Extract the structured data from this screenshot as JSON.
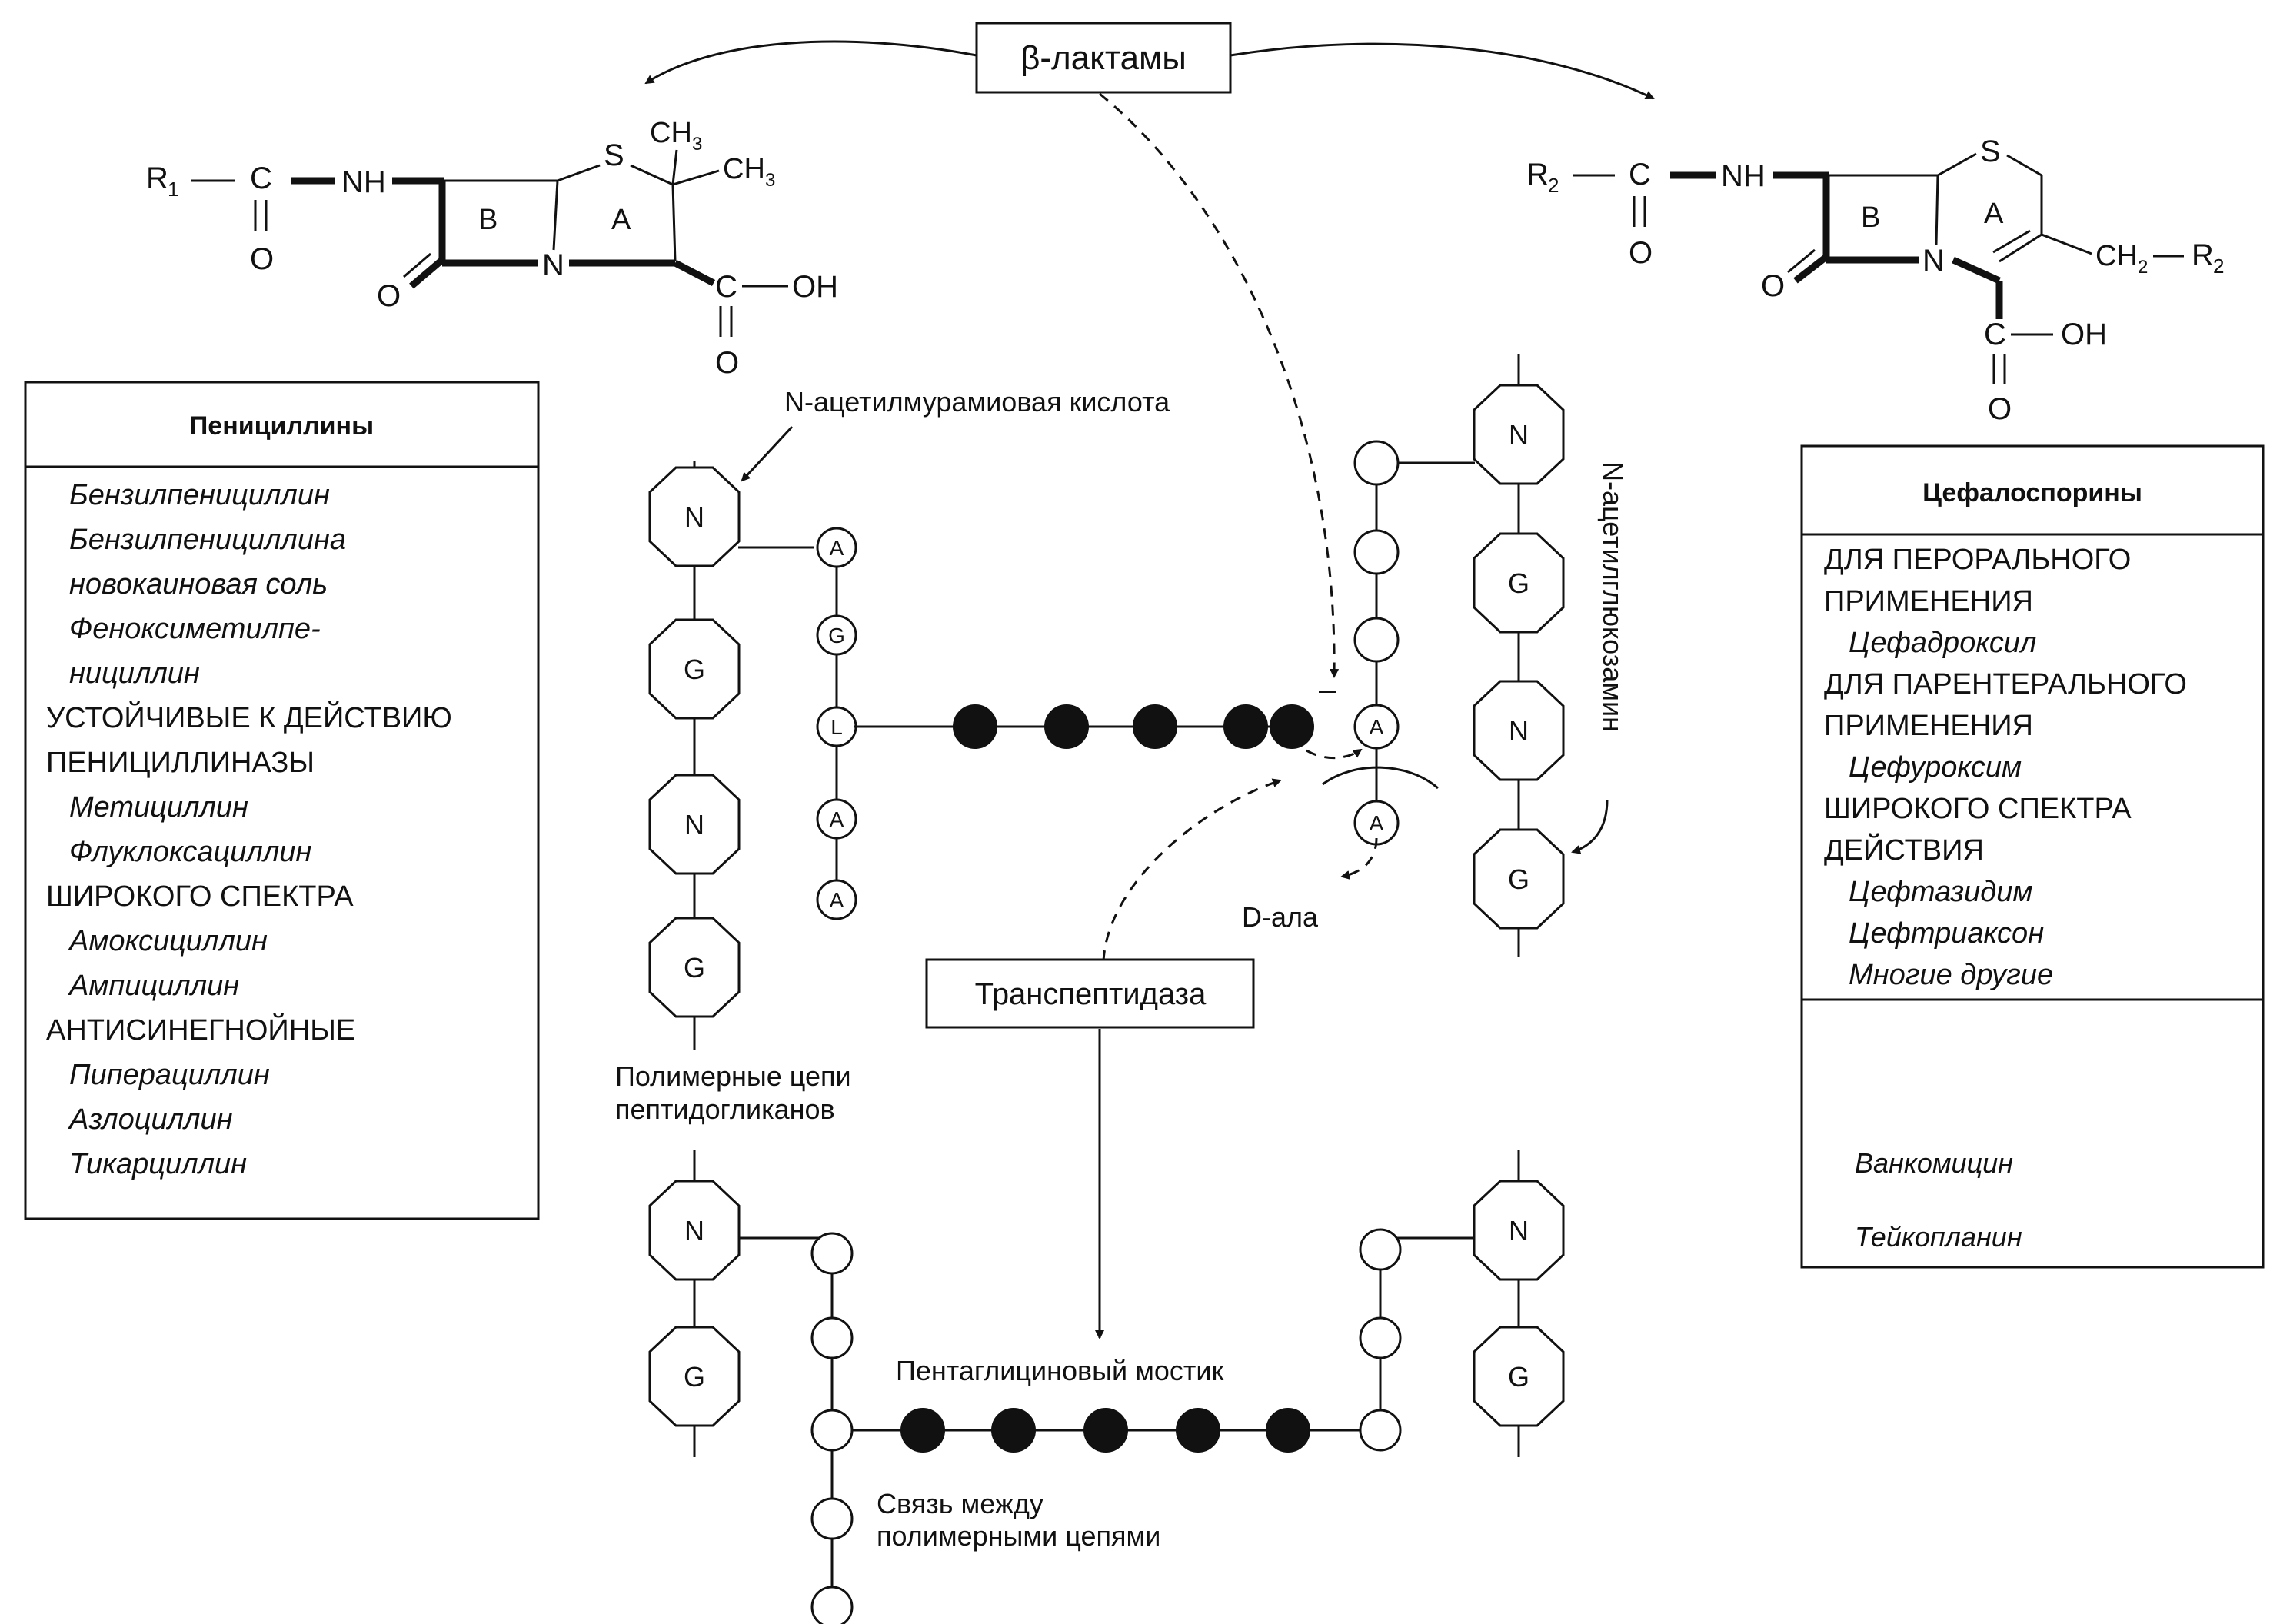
{
  "top_label": "β-лактамы",
  "transpeptidase": "Транспептидаза",
  "nam_label": "N-ацетилмурамиовая кислота",
  "nag_label": "N-ацетилглюкозамин",
  "dala_label": "D-ала",
  "polymer_chains": [
    "Полимерные цепи",
    "пептидогликанов"
  ],
  "pentaglycine": "Пентаглициновый мостик",
  "link_label": [
    "Связь между",
    "полимерными цепями"
  ],
  "minus_sign": "–",
  "letters": {
    "N": "N",
    "G": "G",
    "A": "A",
    "L": "L",
    "B": "B",
    "ring_A": "A"
  },
  "penicillin_structure": {
    "R": "R",
    "R_sub": "1",
    "C": "C",
    "NH": "NH",
    "O": "O",
    "S": "S",
    "N": "N",
    "CH": "CH",
    "sub3": "3",
    "OH": "OH"
  },
  "cephalosporin_structure": {
    "R": "R",
    "R_sub": "2",
    "C": "C",
    "NH": "NH",
    "O": "O",
    "S": "S",
    "N": "N",
    "CH": "CH",
    "sub2": "2",
    "OH": "OH"
  },
  "penicillins_box": {
    "title": "Пенициллины",
    "items": [
      {
        "text": "Бензилпенициллин",
        "italic": true
      },
      {
        "text": "Бензилпенициллина",
        "italic": true
      },
      {
        "text": "новокаиновая соль",
        "italic": true
      },
      {
        "text": "Феноксиметилпе-",
        "italic": true
      },
      {
        "text": "нициллин",
        "italic": true
      },
      {
        "text": "УСТОЙЧИВЫЕ К ДЕЙСТВИЮ",
        "italic": false
      },
      {
        "text": "ПЕНИЦИЛЛИНАЗЫ",
        "italic": false
      },
      {
        "text": "Метициллин",
        "italic": true
      },
      {
        "text": "Флуклоксациллин",
        "italic": true
      },
      {
        "text": "ШИРОКОГО СПЕКТРА",
        "italic": false
      },
      {
        "text": "Амоксициллин",
        "italic": true
      },
      {
        "text": "Ампициллин",
        "italic": true
      },
      {
        "text": "АНТИСИНЕГНОЙНЫЕ",
        "italic": false
      },
      {
        "text": "Пиперациллин",
        "italic": true
      },
      {
        "text": "Азлоциллин",
        "italic": true
      },
      {
        "text": "Тикарциллин",
        "italic": true
      }
    ]
  },
  "cephalosporins_box": {
    "title": "Цефалоспорины",
    "items": [
      {
        "text": "ДЛЯ ПЕРОРАЛЬНОГО",
        "italic": false
      },
      {
        "text": "ПРИМЕНЕНИЯ",
        "italic": false
      },
      {
        "text": "Цефадроксил",
        "italic": true
      },
      {
        "text": "ДЛЯ ПАРЕНТЕРАЛЬНОГО",
        "italic": false
      },
      {
        "text": "ПРИМЕНЕНИЯ",
        "italic": false
      },
      {
        "text": "Цефуроксим",
        "italic": true
      },
      {
        "text": "ШИРОКОГО СПЕКТРА",
        "italic": false
      },
      {
        "text": "ДЕЙСТВИЯ",
        "italic": false
      },
      {
        "text": "Цефтазидим",
        "italic": true
      },
      {
        "text": "Цефтриаксон",
        "italic": true
      },
      {
        "text": "Многие другие",
        "italic": true
      }
    ]
  },
  "glycopeptides_box": {
    "items": [
      {
        "text": "Ванкомицин",
        "italic": true
      },
      {
        "text": "Тейкопланин",
        "italic": true
      }
    ]
  }
}
